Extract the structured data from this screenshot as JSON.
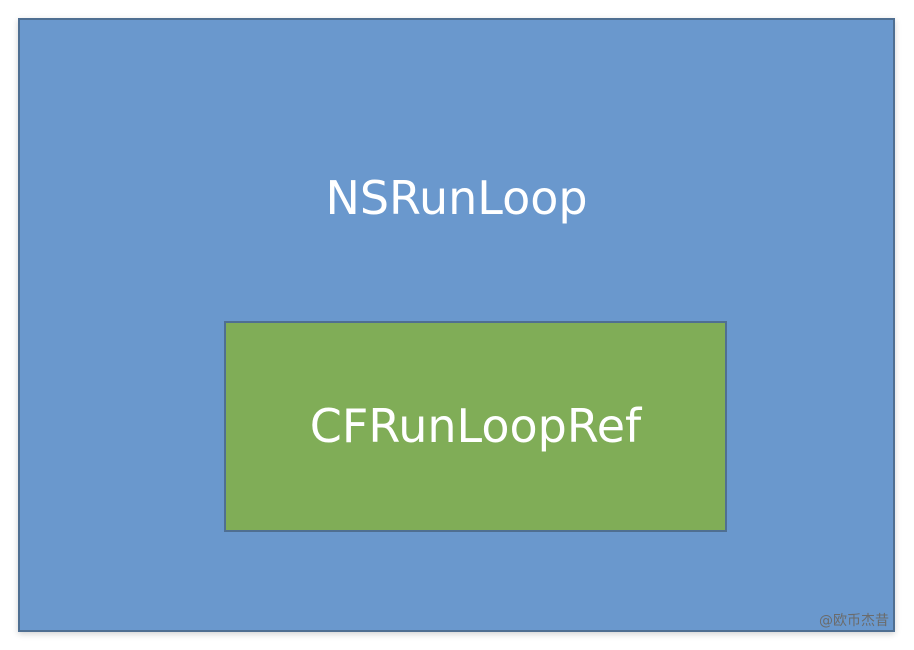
{
  "diagram": {
    "outer": {
      "label": "NSRunLoop",
      "fill_color": "#6a98cd",
      "border_color": "#4f6f92"
    },
    "inner": {
      "label": "CFRunLoopRef",
      "fill_color": "#80ad57",
      "border_color": "#4f6f92"
    }
  },
  "watermark": "@欧币杰昔"
}
